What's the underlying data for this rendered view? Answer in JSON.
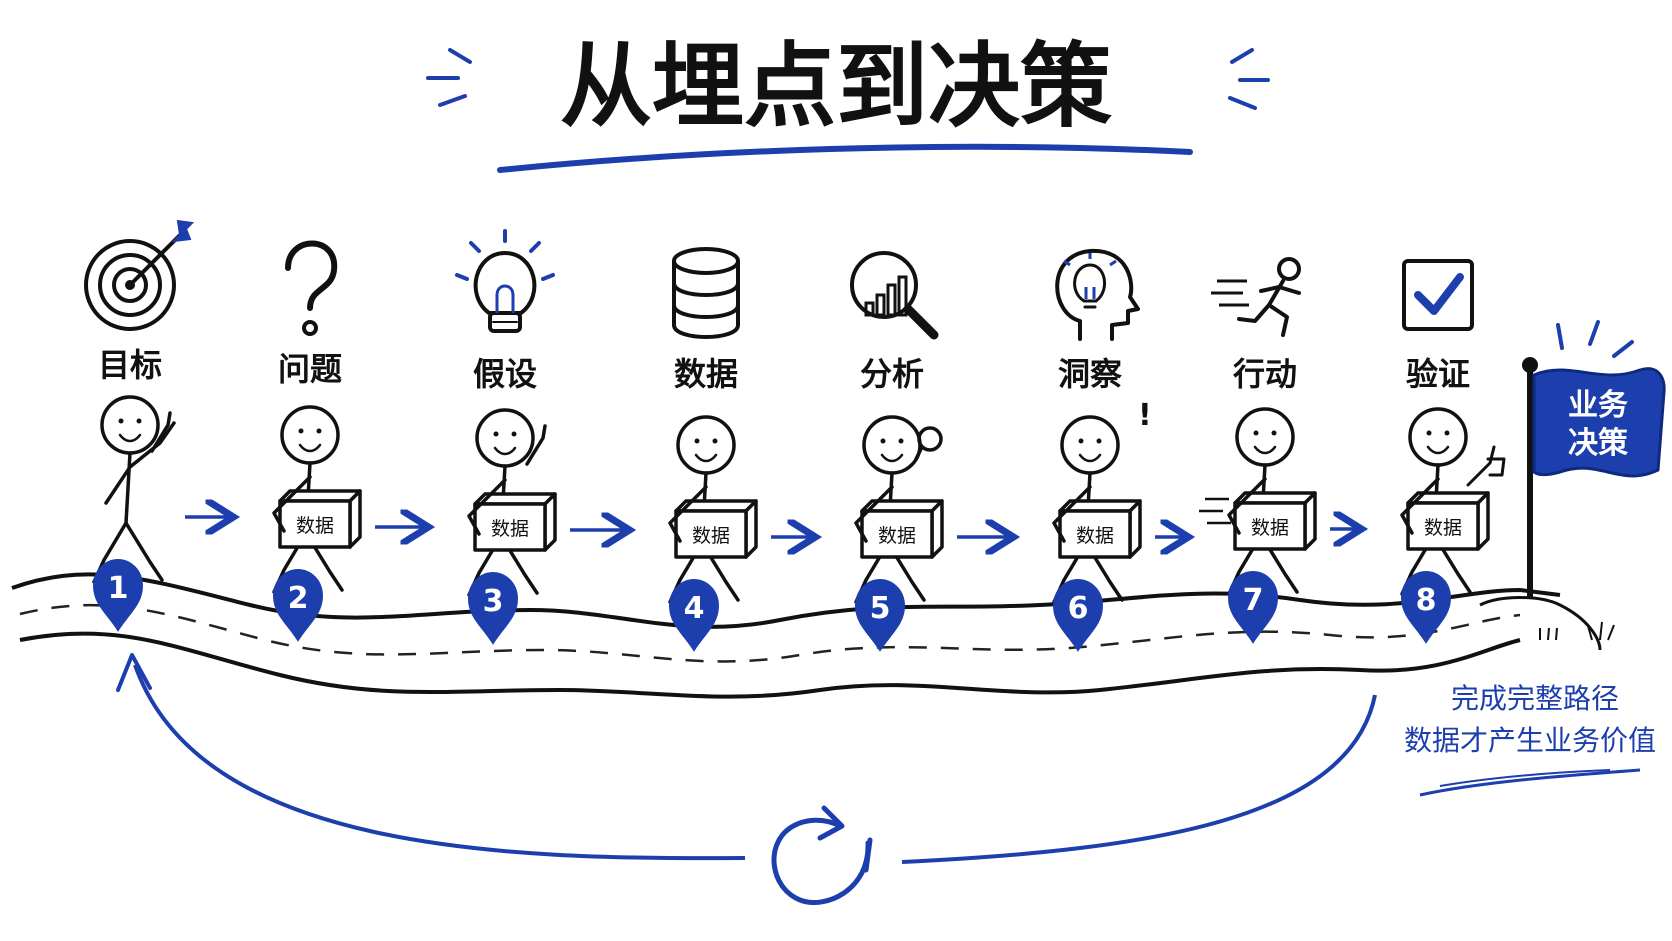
{
  "title": "从埋点到决策",
  "steps": [
    {
      "label": "目标",
      "number": "1",
      "icon": "target-icon",
      "pose": "wave",
      "carries_box": false
    },
    {
      "label": "问题",
      "number": "2",
      "icon": "question-icon",
      "pose": "think",
      "carries_box": true
    },
    {
      "label": "假设",
      "number": "3",
      "icon": "lightbulb-icon",
      "pose": "point",
      "carries_box": true
    },
    {
      "label": "数据",
      "number": "4",
      "icon": "database-icon",
      "pose": "walk",
      "carries_box": true
    },
    {
      "label": "分析",
      "number": "5",
      "icon": "magnifier-chart-icon",
      "pose": "inspect",
      "carries_box": true
    },
    {
      "label": "洞察",
      "number": "6",
      "icon": "head-lightbulb-icon",
      "pose": "realize",
      "carries_box": true
    },
    {
      "label": "行动",
      "number": "7",
      "icon": "running-person-icon",
      "pose": "run",
      "carries_box": true
    },
    {
      "label": "验证",
      "number": "8",
      "icon": "checkbox-icon",
      "pose": "thumbs-up",
      "carries_box": true
    }
  ],
  "box_label": "数据",
  "flag": {
    "line1": "业务",
    "line2": "决策"
  },
  "note": {
    "line1": "完成完整路径",
    "line2": "数据才产生业务价值"
  },
  "colors": {
    "accent": "#1d3fae",
    "ink": "#111111",
    "paper": "#ffffff"
  }
}
